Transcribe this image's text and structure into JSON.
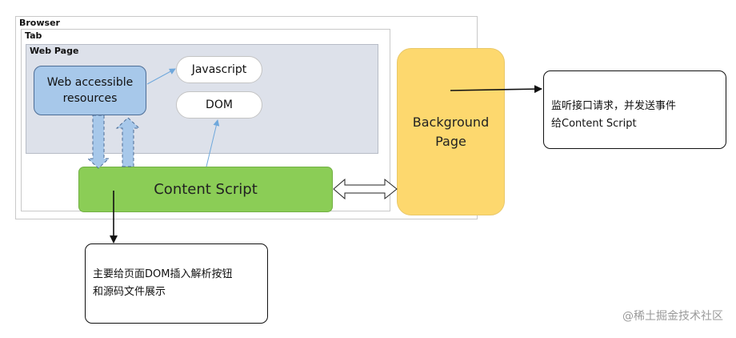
{
  "frames": {
    "browser": "Browser",
    "tab": "Tab",
    "web_page": "Web Page"
  },
  "nodes": {
    "web_accessible_resources": [
      "Web accessible",
      "resources"
    ],
    "javascript": "Javascript",
    "dom": "DOM",
    "content_script": "Content Script",
    "background_page": [
      "Background",
      "Page"
    ]
  },
  "notes": {
    "background_note": [
      "监听接口请求，并发送事件",
      "给Content Script"
    ],
    "content_note": [
      "主要给页面DOM插入解析按钮",
      "和源码文件展示"
    ]
  },
  "watermark": "@稀土掘金技术社区",
  "colors": {
    "web_page_bg": "#dde1ea",
    "resources_fill": "#a7c8ea",
    "content_script_fill": "#8bcd56",
    "background_page_fill": "#fdd86e",
    "connector_blue": "#6fa8dc"
  }
}
